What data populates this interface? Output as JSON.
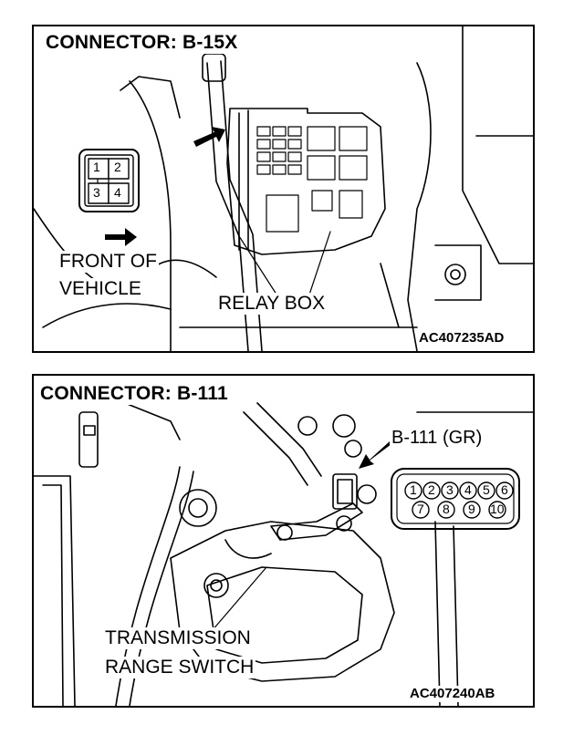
{
  "panel_top": {
    "title": "CONNECTOR: B-15X",
    "connector_pins": [
      "1",
      "2",
      "3",
      "4"
    ],
    "label_front": "FRONT OF",
    "label_vehicle": "VEHICLE",
    "label_relay_box": "RELAY BOX",
    "figure_code": "AC407235AD"
  },
  "panel_bottom": {
    "title": "CONNECTOR: B-111",
    "connector_label": "B-111 (GR)",
    "connector_pins_top": [
      "1",
      "2",
      "3",
      "4",
      "5",
      "6"
    ],
    "connector_pins_bottom": [
      "7",
      "8",
      "9",
      "10"
    ],
    "label_line1": "TRANSMISSION",
    "label_line2": "RANGE SWITCH",
    "figure_code": "AC407240AB"
  }
}
